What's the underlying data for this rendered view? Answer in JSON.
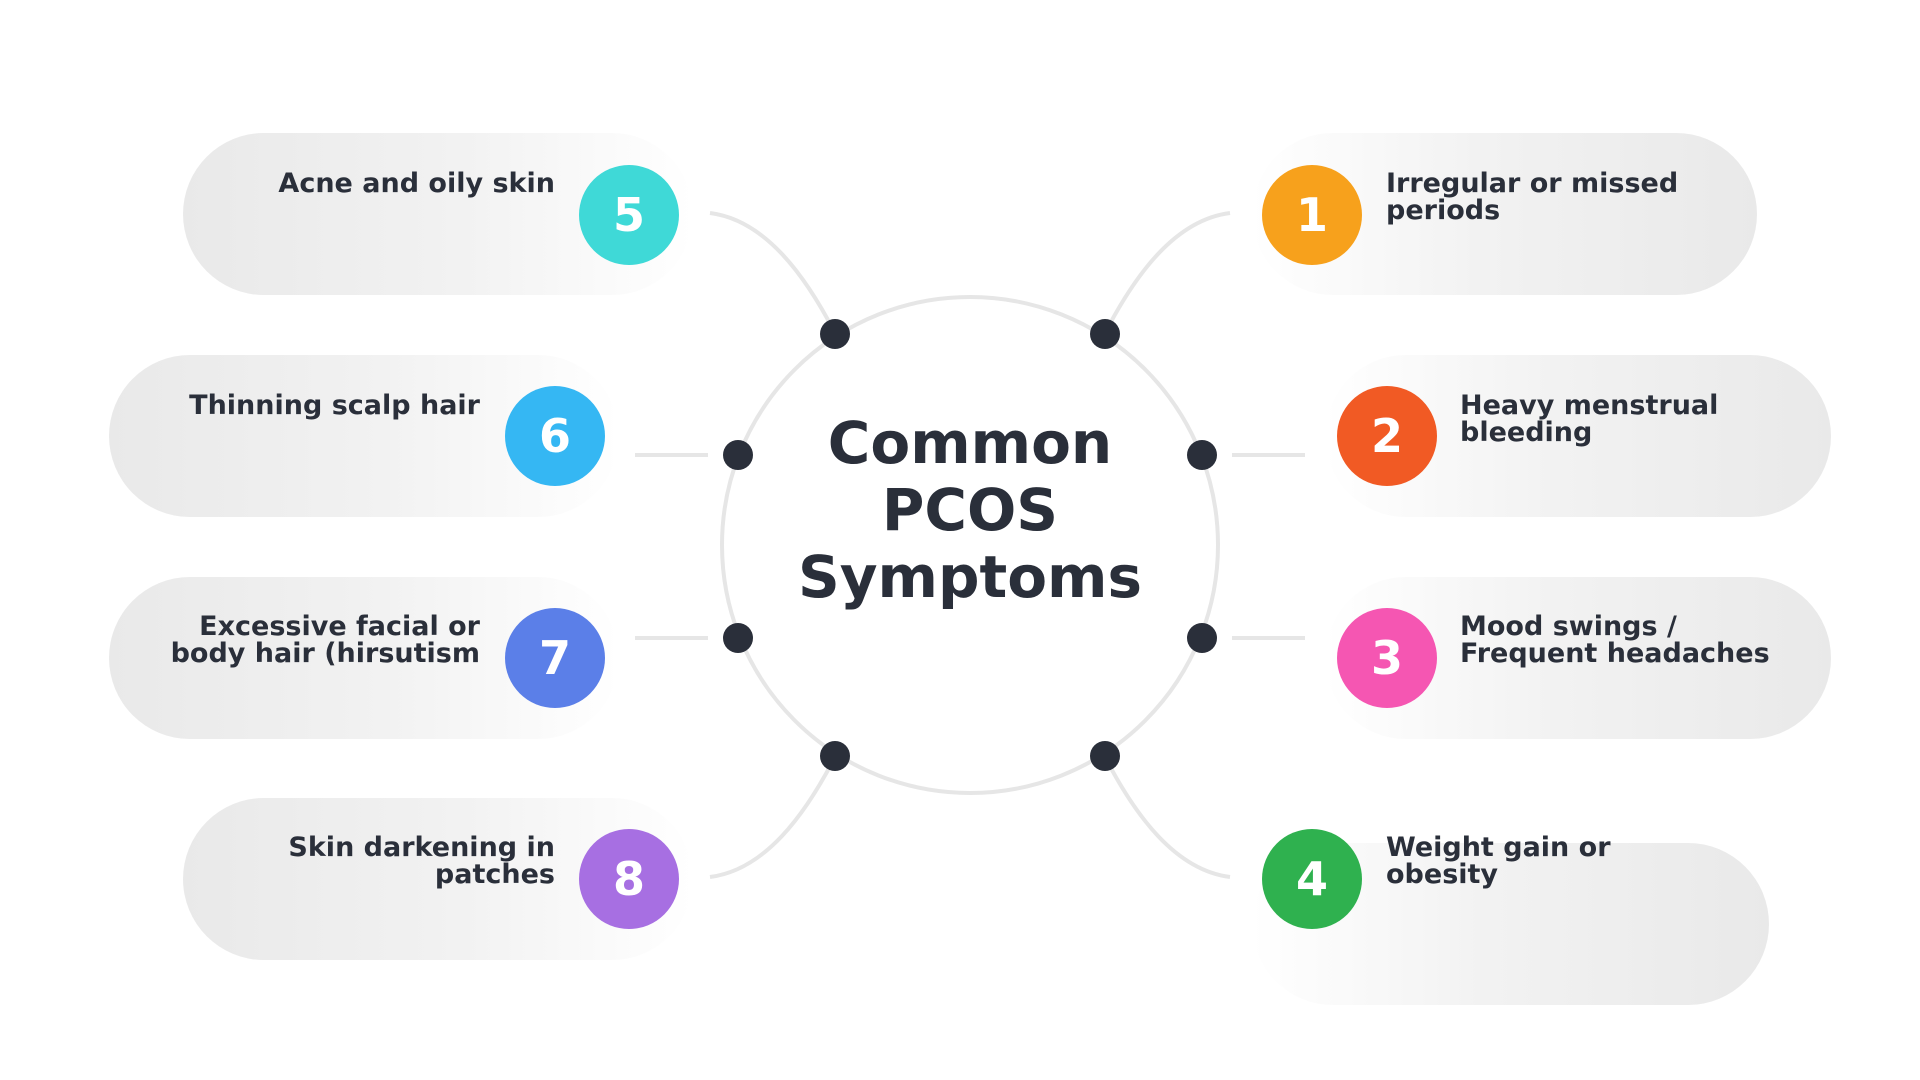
{
  "title_lines": [
    "Common",
    "PCOS",
    "Symptoms"
  ],
  "colors": {
    "text": "#2a2f3a",
    "node": "#2a2f3a",
    "ring": "#e6e6e6",
    "connector": "#e6e6e6"
  },
  "symptoms": [
    {
      "number": "1",
      "label": "Irregular or missed periods",
      "color": "#f7a11c"
    },
    {
      "number": "2",
      "label": "Heavy menstrual bleeding",
      "color": "#f15a24"
    },
    {
      "number": "3",
      "label": "Mood swings / Frequent headaches",
      "color": "#f556b2"
    },
    {
      "number": "4",
      "label": "Weight gain or obesity",
      "color": "#2fb14f"
    },
    {
      "number": "5",
      "label": "Acne and oily skin",
      "color": "#3fd9d7"
    },
    {
      "number": "6",
      "label": "Thinning scalp hair",
      "color": "#35b7f3"
    },
    {
      "number": "7",
      "label": "Excessive facial or body hair (hirsutism",
      "color": "#5b7fe8"
    },
    {
      "number": "8",
      "label": "Skin darkening in patches",
      "color": "#a76fe2"
    }
  ]
}
